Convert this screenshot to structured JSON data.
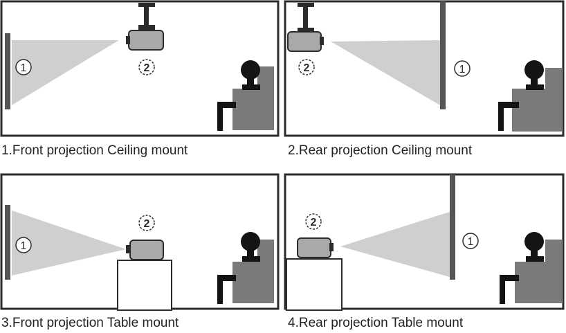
{
  "colors": {
    "frame": "#2b2b2b",
    "beam": "#cfcfcf",
    "projector": "#a9a9a9",
    "chair": "#7a7a7a",
    "person": "#141414",
    "screen": "#555555",
    "mount": "#2b2b2b"
  },
  "labels": {
    "screen_marker": "1",
    "projector_marker": "2"
  },
  "panels": [
    {
      "caption": "1.Front projection Ceiling mount",
      "projection": "front",
      "mount": "ceiling"
    },
    {
      "caption": "2.Rear projection Ceiling mount",
      "projection": "rear",
      "mount": "ceiling"
    },
    {
      "caption": "3.Front projection Table mount",
      "projection": "front",
      "mount": "table"
    },
    {
      "caption": "4.Rear projection Table mount",
      "projection": "rear",
      "mount": "table"
    }
  ]
}
